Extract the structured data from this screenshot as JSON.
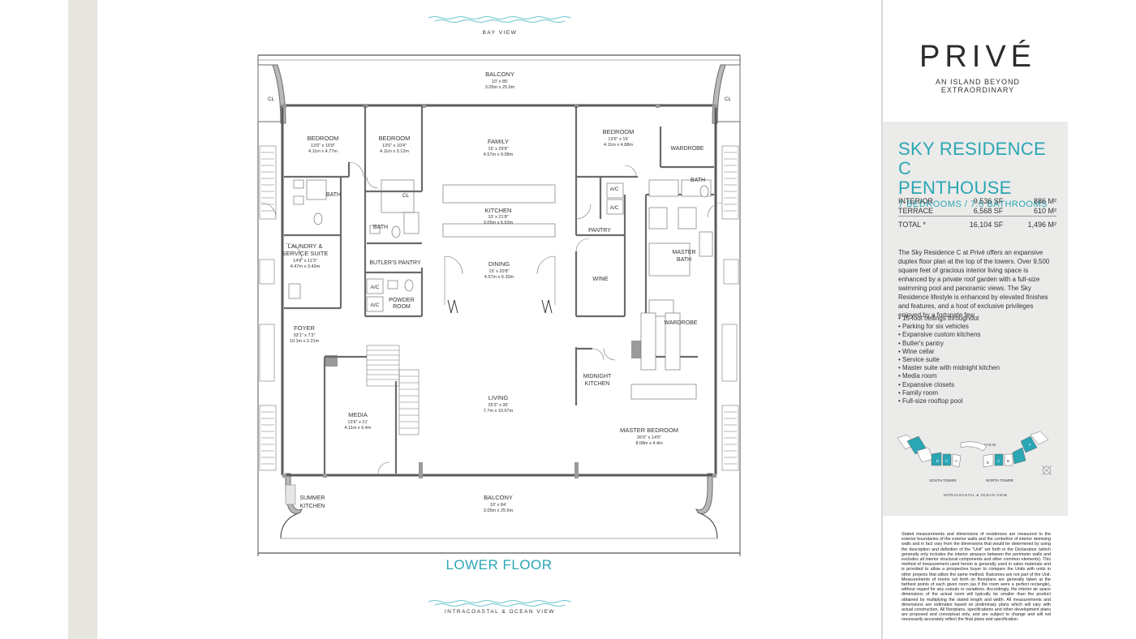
{
  "brand": {
    "logo": "PRIVÉ",
    "tagline": "AN ISLAND BEYOND EXTRAORDINARY"
  },
  "residence": {
    "title_line1": "SKY RESIDENCE C",
    "title_line2": "PENTHOUSE",
    "subtitle": "7 BEDROOMS / 7.5 BATHROOMS"
  },
  "areas": [
    {
      "label": "INTERIOR",
      "sf": "9,536 SF",
      "m2": "886 M²"
    },
    {
      "label": "TERRACE",
      "sf": "6,568 SF",
      "m2": "610 M²"
    }
  ],
  "total": {
    "label": "TOTAL *",
    "sf": "16,104 SF",
    "m2": "1,496 M²"
  },
  "description": "The Sky Residence C at Privé offers an expansive duplex floor plan at the top of the towers. Over 9,500 square feet of gracious interior living space is enhanced by a private roof garden with a full-size swimming pool and panoramic views. The Sky Residence lifestyle is enhanced by elevated finishes and features, and a host of exclusive privileges enjoyed by a fortunate few.",
  "features": [
    "15-foot ceilings throughout",
    "Parking for six vehicles",
    "Expansive custom kitchens",
    "Butler's pantry",
    "Wine cellar",
    "Service suite",
    "Master suite with midnight kitchen",
    "Media room",
    "Expansive closets",
    "Family room",
    "Full-size rooftop pool"
  ],
  "keymap": {
    "bay_view": "BAY VIEW",
    "south_tower": "SOUTH TOWER",
    "north_tower": "NORTH TOWER",
    "bottom_view": "INTRACOASTAL & OCEAN VIEW",
    "unit_letters": [
      "A",
      "B",
      "C",
      "D",
      "E",
      "F"
    ]
  },
  "disclaimer": "Stated measurements and dimensions of residences are measured to the exterior boundaries of the exterior walls and the centerline of interior demising walls and in fact vary from the dimensions that would be determined by using the description and definition of the \"Unit\" set forth in the Declaration (which generally only includes the interior airspace between the perimeter walls and excludes all interior structural components and other common elements). This method of measurement used herein is generally used in sales materials and is provided to allow a prospective buyer to compare the Units with units in other projects that utilize the same method. Balconies are not part of the Unit. Measurements of rooms set forth on floorplans are generally taken at the farthest points of each given room (as if the room were a perfect rectangle), without regard for any cutouts or variations. Accordingly, the interior air space dimensions of the actual room will typically be smaller than the product obtained by multiplying the stated length and width. All measurements and dimensions are estimates based on preliminary plans which will vary with actual construction. All floorplans, specifications and other development plans are proposed and conceptual only, and are subject to change and will not necessarily accurately reflect the final plans and specification.",
  "plan": {
    "top_view": "BAY VIEW",
    "bottom_view": "INTRACOASTAL & OCEAN VIEW",
    "floor_label": "LOWER FLOOR",
    "rooms": [
      {
        "name": "BALCONY",
        "dim1": "10' x 85'",
        "dim2": "3.05m x 25.9m"
      },
      {
        "name": "BEDROOM",
        "dim1": "13'6\" x 15'8\"",
        "dim2": "4.11m x 4.77m"
      },
      {
        "name": "BEDROOM",
        "dim1": "13'6\" x 10'4\"",
        "dim2": "4.11m x 3.12m"
      },
      {
        "name": "FAMILY",
        "dim1": "15' x 29'8\"",
        "dim2": "4.57m x 9.08m"
      },
      {
        "name": "BEDROOM",
        "dim1": "13'6\" x 16'",
        "dim2": "4.11m x 4.88m"
      },
      {
        "name": "KITCHEN",
        "dim1": "10' x 21'8\"",
        "dim2": "3.05m x 6.63m"
      },
      {
        "name": "DINING",
        "dim1": "15' x 20'8\"",
        "dim2": "4.57m x 6.33m"
      },
      {
        "name": "LAUNDRY &",
        "name2": "SERVICE SUITE",
        "dim1": "14'8\" x 11'3\"",
        "dim2": "4.47m x 3.43m"
      },
      {
        "name": "FOYER",
        "dim1": "33'1\" x 7'3\"",
        "dim2": "10.1m x 2.21m"
      },
      {
        "name": "LIVING",
        "dim1": "25'3\" x 35'",
        "dim2": "7.7m x 10.67m"
      },
      {
        "name": "MEDIA",
        "dim1": "13'6\" x 21'",
        "dim2": "4.11m x 6.4m"
      },
      {
        "name": "MASTER BEDROOM",
        "dim1": "26'6\" x 14'5\"",
        "dim2": "8.08m x 4.4m"
      },
      {
        "name": "BALCONY",
        "dim1": "10' x 84'",
        "dim2": "3.05m x 25.6m"
      }
    ],
    "labels": {
      "cl": "CL",
      "bath": "BATH",
      "wardrobe": "WARDROBE",
      "ac": "A/C",
      "pantry": "PANTRY",
      "butlers_pantry": "BUTLER'S PANTRY",
      "powder1": "POWDER",
      "powder2": "ROOM",
      "wine": "WINE",
      "master_bath1": "MASTER",
      "master_bath2": "BATH",
      "midnight1": "MIDNIGHT",
      "midnight2": "KITCHEN",
      "summer1": "SUMMER",
      "summer2": "KITCHEN"
    }
  },
  "colors": {
    "accent": "#2aa6b4",
    "wall": "#6b6b6b",
    "panel": "#ebebea"
  }
}
